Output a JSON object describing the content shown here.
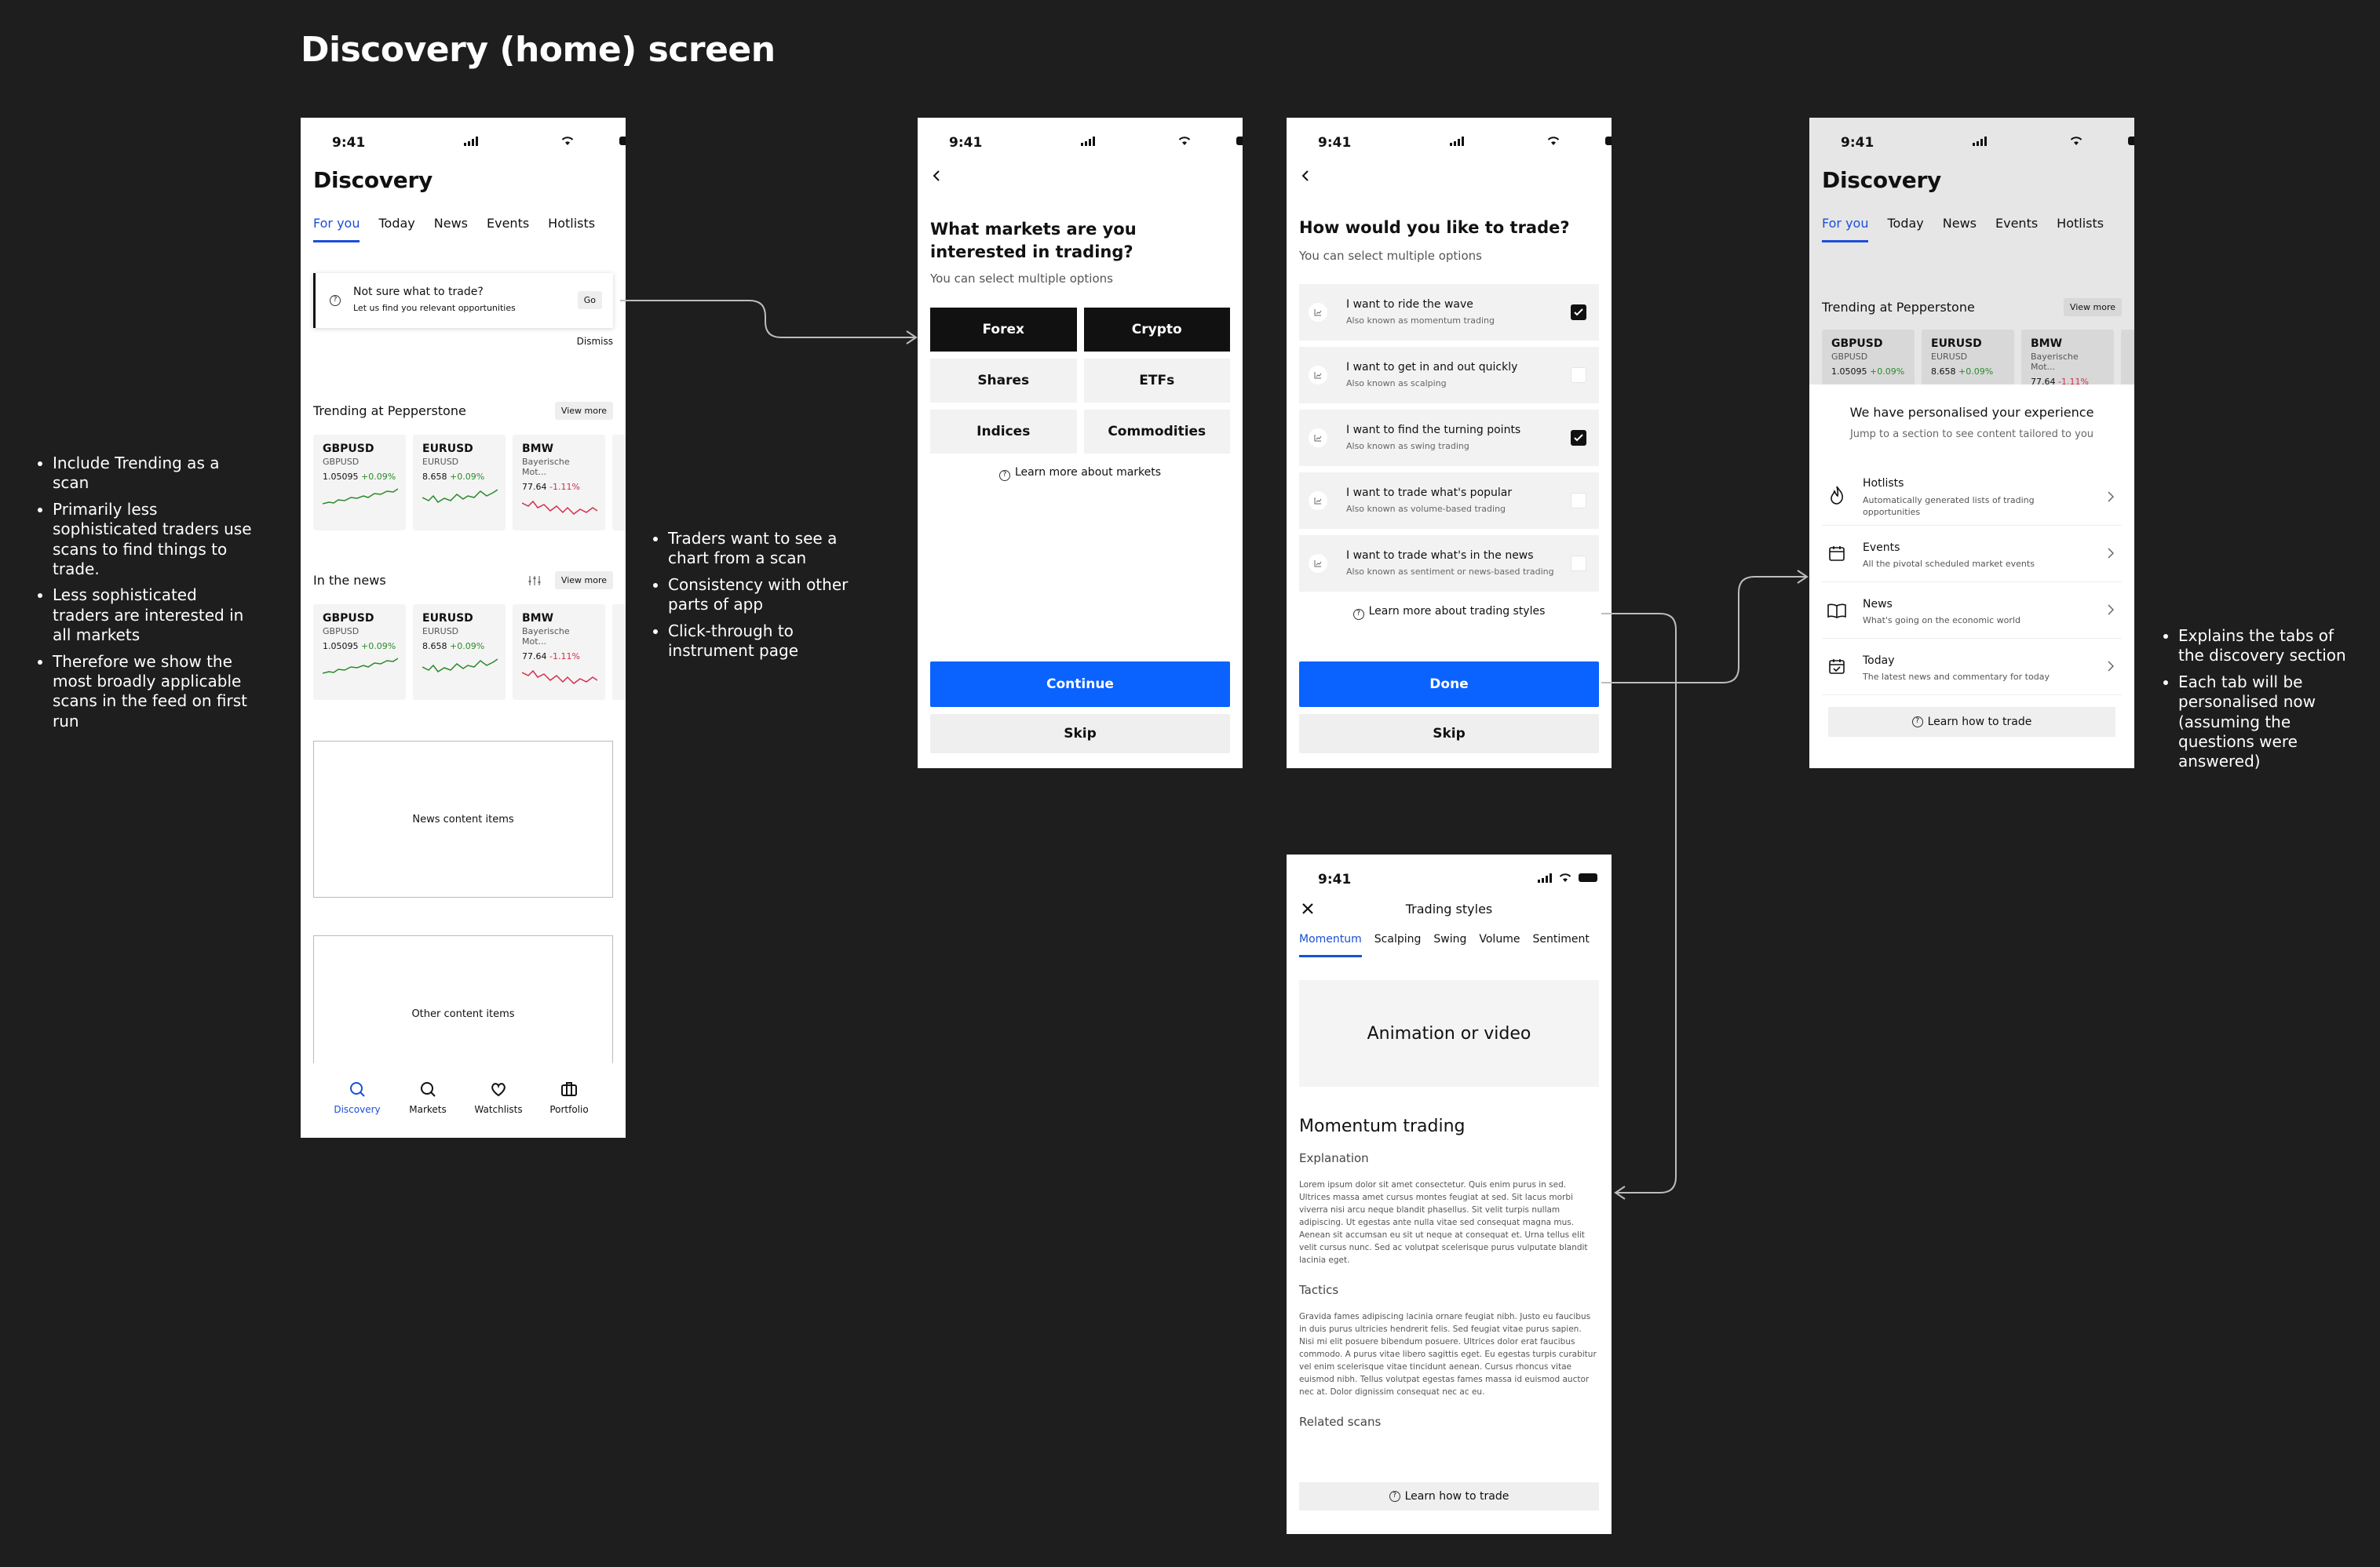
{
  "page_title": "Discovery (home) screen",
  "status_time": "9:41",
  "colors": {
    "accent": "#0a62ff",
    "tab_active": "#1a4fd8",
    "background": "#1e1e1e",
    "positive": "#2a8a2a",
    "negative": "#d0304a"
  },
  "left_notes": [
    "Include Trending as a scan",
    "Primarily less sophisticated traders use scans to find things to trade.",
    "Less sophisticated traders are interested in all markets",
    "Therefore we show the most broadly applicable scans in the feed on first run"
  ],
  "middle_notes": [
    "Traders want to see a chart from a scan",
    "Consistency with other parts of app",
    "Click-through to instrument page"
  ],
  "right_notes": [
    "Explains the tabs of the discovery section",
    "Each tab will be personalised now (assuming the questions were answered)"
  ],
  "screen1": {
    "title": "Discovery",
    "tabs": [
      "For you",
      "Today",
      "News",
      "Events",
      "Hotlists"
    ],
    "prompt": {
      "title": "Not sure what to trade?",
      "subtitle": "Let us find you relevant opportunities",
      "go": "Go",
      "dismiss": "Dismiss"
    },
    "trending": {
      "title": "Trending at Pepperstone",
      "view_more": "View more",
      "cards": [
        {
          "symbol": "GBPUSD",
          "sub": "GBPUSD",
          "price": "1.05095",
          "change": "+0.09%"
        },
        {
          "symbol": "EURUSD",
          "sub": "EURUSD",
          "price": "8.658",
          "change": "+0.09%"
        },
        {
          "symbol": "BMW",
          "sub": "Bayerische Mot...",
          "price": "77.64",
          "change": "-1.11%"
        }
      ]
    },
    "news": {
      "title": "In the news",
      "view_more": "View more",
      "cards": [
        {
          "symbol": "GBPUSD",
          "sub": "GBPUSD",
          "price": "1.05095",
          "change": "+0.09%"
        },
        {
          "symbol": "EURUSD",
          "sub": "EURUSD",
          "price": "8.658",
          "change": "+0.09%"
        },
        {
          "symbol": "BMW",
          "sub": "Bayerische Mot...",
          "price": "77.64",
          "change": "-1.11%"
        }
      ]
    },
    "news_placeholder": "News content items",
    "other_placeholder": "Other content items",
    "nav": [
      "Discovery",
      "Markets",
      "Watchlists",
      "Portfolio"
    ]
  },
  "screen2": {
    "title": "What markets are you interested in trading?",
    "subtitle": "You can select multiple options",
    "options": [
      "Forex",
      "Crypto",
      "Shares",
      "ETFs",
      "Indices",
      "Commodities"
    ],
    "learn": "Learn more about markets",
    "continue": "Continue",
    "skip": "Skip"
  },
  "screen3": {
    "title": "How would you like to trade?",
    "subtitle": "You can select multiple options",
    "options": [
      {
        "title": "I want to ride the wave",
        "sub": "Also known as momentum trading",
        "checked": true
      },
      {
        "title": "I want to get in and out quickly",
        "sub": "Also known as scalping",
        "checked": false
      },
      {
        "title": "I want to find the turning points",
        "sub": "Also known as swing trading",
        "checked": true
      },
      {
        "title": "I want to trade what's popular",
        "sub": "Also known as volume-based trading",
        "checked": false
      },
      {
        "title": "I want to trade what's in the news",
        "sub": "Also known as sentiment or news-based trading",
        "checked": false
      }
    ],
    "learn": "Learn more about trading styles",
    "done": "Done",
    "skip": "Skip"
  },
  "screen4": {
    "title": "Discovery",
    "tabs": [
      "For you",
      "Today",
      "News",
      "Events",
      "Hotlists"
    ],
    "trending": "Trending at Pepperstone",
    "view_more": "View more",
    "cards": [
      {
        "symbol": "GBPUSD",
        "sub": "GBPUSD",
        "price": "1.05095",
        "change": "+0.09%"
      },
      {
        "symbol": "EURUSD",
        "sub": "EURUSD",
        "price": "8.658",
        "change": "+0.09%"
      },
      {
        "symbol": "BMW",
        "sub": "Bayerische Mot...",
        "price": "77.64",
        "change": "-1.11%"
      }
    ],
    "sheet_title": "We have personalised your experience",
    "sheet_sub": "Jump to a section to see content tailored to you",
    "items": [
      {
        "title": "Hotlists",
        "sub": "Automatically generated lists of trading opportunities",
        "icon": "flame-icon"
      },
      {
        "title": "Events",
        "sub": "All the pivotal scheduled market events",
        "icon": "calendar-icon"
      },
      {
        "title": "News",
        "sub": "What's going on the economic world",
        "icon": "book-icon"
      },
      {
        "title": "Today",
        "sub": "The latest news and commentary for today",
        "icon": "calendar-check-icon"
      }
    ],
    "learn": "Learn how to trade"
  },
  "screen5": {
    "title": "Trading styles",
    "tabs": [
      "Momentum",
      "Scalping",
      "Swing",
      "Volume",
      "Sentiment"
    ],
    "media": "Animation or video",
    "heading": "Momentum trading",
    "explanation_label": "Explanation",
    "explanation": "Lorem ipsum dolor sit amet consectetur. Quis enim purus in sed. Ultrices massa amet cursus montes feugiat at sed. Sit lacus morbi viverra nisi arcu neque blandit phasellus. Sit velit turpis nullam adipiscing. Ut egestas ante nulla vitae sed consequat magna mus. Aenean sit accumsan eu sit ut neque at consequat et. Urna tellus elit velit cursus nunc. Sed ac volutpat scelerisque purus vulputate blandit lacinia eget.",
    "tactics_label": "Tactics",
    "tactics": "Gravida fames adipiscing lacinia ornare feugiat nibh. Justo eu faucibus in duis purus ultricies hendrerit felis. Sed feugiat vitae purus sapien. Nisi mi elit posuere bibendum posuere. Ultrices dolor erat faucibus commodo. A purus vitae libero sagittis eget. Eu egestas turpis curabitur vel enim scelerisque vitae tincidunt aenean. Cursus rhoncus vitae euismod nibh. Tellus volutpat egestas fames massa id euismod auctor nec at. Dolor dignissim consequat nec ac eu.",
    "related_label": "Related scans",
    "learn": "Learn how to trade"
  }
}
